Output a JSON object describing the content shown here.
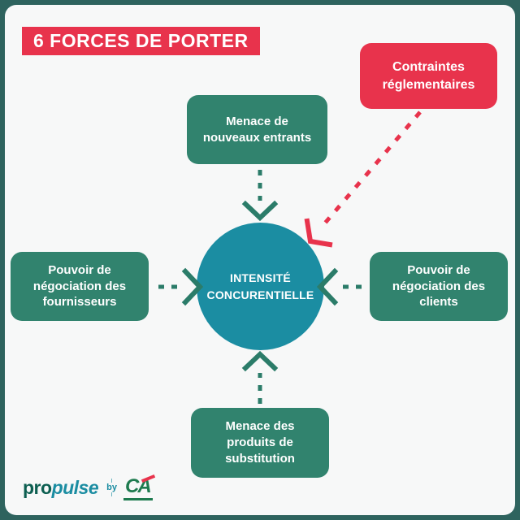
{
  "colors": {
    "frame": "#2e635e",
    "card": "#f7f8f8",
    "red": "#e8334c",
    "box": "#31836e",
    "circle": "#1b8da2",
    "arrow": "#2b7c69",
    "logo-pro": "#0d5f51",
    "logo-pulse": "#1b8da2",
    "ca-green": "#1e7b4f"
  },
  "title": {
    "text": "6 FORCES DE PORTER"
  },
  "center_circle": {
    "label": "INTENSITÉ\nCONCURENTIELLE"
  },
  "boxes": {
    "top": {
      "label": "Menace de\nnouveaux entrants"
    },
    "left": {
      "label": "Pouvoir de\nnégociation des\nfournisseurs"
    },
    "right": {
      "label": "Pouvoir de\nnégociation des\nclients"
    },
    "bottom": {
      "label": "Menace des\nproduits de\nsubstitution"
    },
    "regulatory": {
      "label": "Contraintes\nréglementaires"
    }
  },
  "logo": {
    "part1": "pro",
    "part2": "pulse",
    "by": "by",
    "ca": "CA"
  }
}
